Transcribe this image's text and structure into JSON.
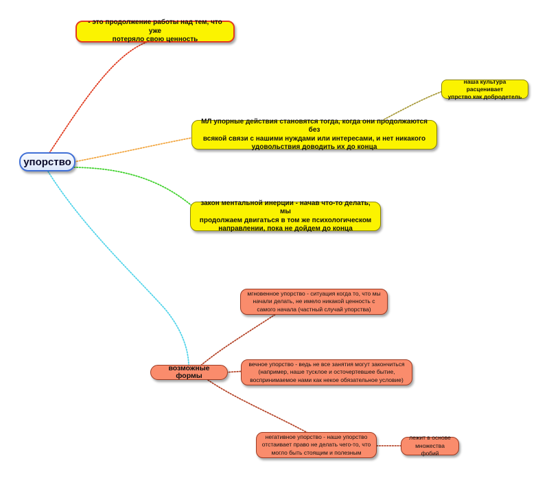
{
  "root": {
    "label": "упорство"
  },
  "branches": {
    "definition": "- это продолжение работы над тем, что уже\nпотеряло свою ценность",
    "ml": "МЛ упорные действия становятся тогда, когда они продолжаются без\nвсякой связи с нашими нуждами или интересами, и нет никакого\nудовольствия доводить их до конца",
    "culture": "наша культура расценивает\nупрство как добродетель",
    "inertia": "закон ментальной инерции - начав что-то делать, мы\nпродолжаем двигаться в том же психологическом\nнаправлении, пока не дойдем до конца",
    "forms": "возможные формы",
    "instant": "мгновенное упорство - ситуация когда то, что мы\nначали делать, не имело никакой ценность с\nсамого начала (частный случай упорства)",
    "eternal": "вечное упорство - ведь не все занятия могут закончиться\n(например, наше тусклое и осточертевшее бытие,\nвоспринимаемое нами как некое обязательное условие)",
    "negative": "негативное упорство - наше упорство\nотстаивает право не делать чего-то, что\nмогло быть стоящим и полезным",
    "phobias": "лежит в основе\nмножества фобий"
  },
  "colors": {
    "root_border": "#3f6fd6",
    "yellow_fill": "#fbf300",
    "salmon_fill": "#fa8c6c",
    "link_red": "#e03a1e",
    "link_orange": "#f2a640",
    "link_green": "#3fd12b",
    "link_cyan": "#52d4ea",
    "link_olive": "#a89a3a",
    "link_brown": "#b5462a"
  }
}
